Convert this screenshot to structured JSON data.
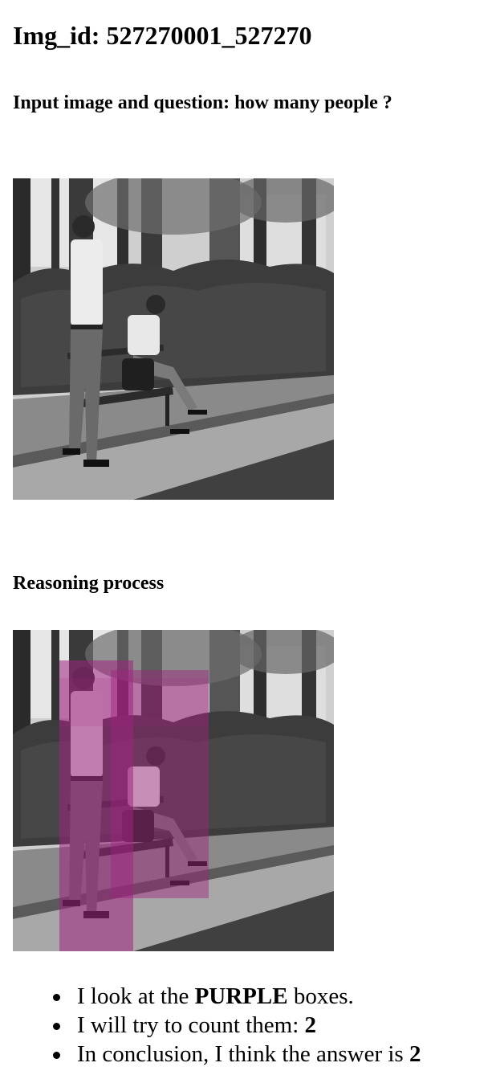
{
  "page": {
    "title": "Img_id: 527270001_527270",
    "question_heading": "Input image and question: how many people ?",
    "reasoning_heading": "Reasoning process"
  },
  "images": {
    "input": {
      "description": "grayscale photo: man standing on sidewalk talking on phone next to a park bench where another man sits, hedges and trees behind",
      "icon": "photo-park-bench"
    },
    "reasoning": {
      "description": "same photo with translucent purple bounding boxes over the two people",
      "icon": "photo-park-bench-annotated",
      "box_color": "#a0237f",
      "box_count": 2
    }
  },
  "reasoning_steps": [
    {
      "prefix": "I look at the ",
      "bold": "PURPLE",
      "suffix": " boxes."
    },
    {
      "prefix": "I will try to count them: ",
      "bold": "2",
      "suffix": ""
    },
    {
      "prefix": "In conclusion, I think the answer is ",
      "bold": "2",
      "suffix": ""
    }
  ],
  "colors": {
    "text": "#000000",
    "background": "#ffffff",
    "annotation": "#a0237f"
  }
}
